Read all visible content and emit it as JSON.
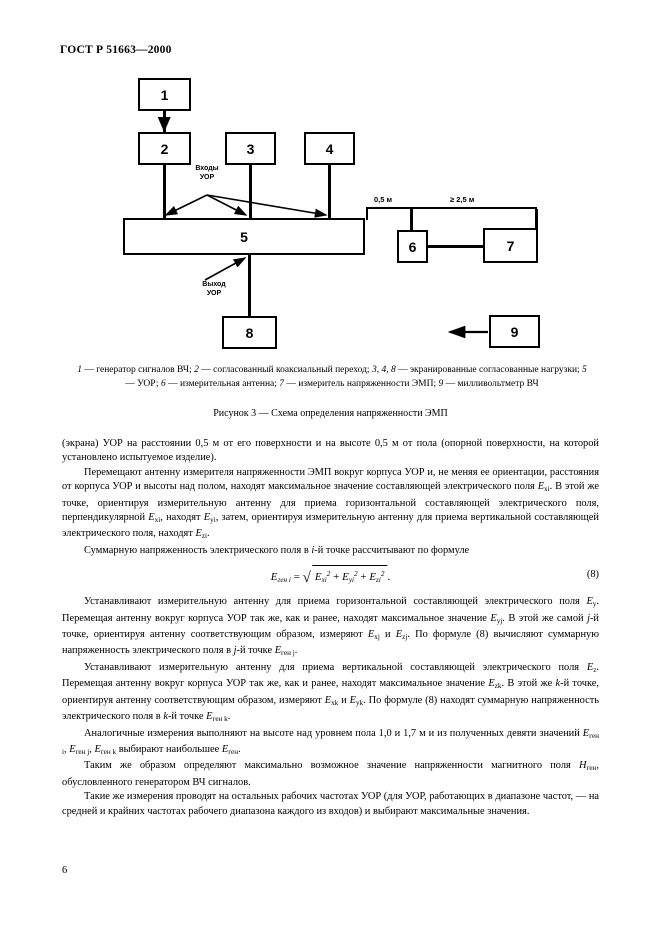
{
  "header": {
    "standard_id": "ГОСТ Р 51663—2000"
  },
  "figure": {
    "boxes": [
      {
        "id": "1",
        "label": "1"
      },
      {
        "id": "2",
        "label": "2"
      },
      {
        "id": "3",
        "label": "3"
      },
      {
        "id": "4",
        "label": "4"
      },
      {
        "id": "5",
        "label": "5"
      },
      {
        "id": "6",
        "label": "6"
      },
      {
        "id": "7",
        "label": "7"
      },
      {
        "id": "8",
        "label": "8"
      },
      {
        "id": "9",
        "label": "9"
      }
    ],
    "annotations": {
      "inputs_label_line1": "Входы",
      "inputs_label_line2": "УОР",
      "output_label_line1": "Выход",
      "output_label_line2": "УОР"
    },
    "dimensions": {
      "d1": "0,5 м",
      "d2": "≥ 2,5 м"
    },
    "legend_line1_a": "1",
    "legend_line1_b": " — генератор сигналов ВЧ; ",
    "legend_line1_c": "2",
    "legend_line1_d": " — согласованный коаксиальный переход; ",
    "legend_line1_e": "3, 4, 8",
    "legend_line1_f": " — экранированные согласованные нагрузки; ",
    "legend_line1_g": "5",
    "legend_line1_h": " — УОР; ",
    "legend_line1_i": "6",
    "legend_line1_j": " — измерительная антенна; ",
    "legend_line1_k": "7",
    "legend_line1_l": " — измеритель напряженности ЭМП; ",
    "legend_line1_m": "9",
    "legend_line1_n": " — милливольтметр ВЧ",
    "caption": "Рисунок 3 — Схема определения напряженности ЭМП"
  },
  "body": {
    "p1": "(экрана) УОР на расстоянии 0,5 м от его поверхности и на высоте 0,5 м от пола (опорной поверхности, на которой установлено испытуемое изделие).",
    "p2_a": "Перемещают антенну измерителя напряженности ЭМП вокруг корпуса УОР и, не меняя ее ориентации, расстояния от корпуса УОР и высоты над полом, находят максимальное значение составляющей электрического поля ",
    "p2_var1": "E",
    "p2_var1_sub": "xi",
    "p2_b": ". В этой же точке, ориентируя измерительную антенну для приема горизонтальной составляющей электрического поля, перпендикулярной ",
    "p2_var2": "E",
    "p2_var2_sub": "xi",
    "p2_c": ", находят ",
    "p2_var3": "E",
    "p2_var3_sub": "yi",
    "p2_d": ", затем, ориентируя измерительную антенну для приема вертикальной составляющей электрического поля, находят ",
    "p2_var4": "E",
    "p2_var4_sub": "zi",
    "p2_e": ".",
    "p3_a": "Суммарную напряженность электрического поля в ",
    "p3_i": "i",
    "p3_b": "-й точке рассчитывают по формуле",
    "formula": {
      "lhs": "E",
      "lhs_sub": "ген i",
      "eq": "=",
      "t1": "E",
      "t1_sub": "xi",
      "t1_pow": "2",
      "plus1": "+",
      "t2": "E",
      "t2_sub": "yi",
      "t2_pow": "2",
      "plus2": "+",
      "t3": "E",
      "t3_sub": "zi",
      "t3_pow": "2",
      "trail": ".",
      "number": "(8)"
    },
    "p4_a": "Устанавливают измерительную антенну для приема горизонтальной составляющей электричес­кого поля ",
    "p4_var1": "E",
    "p4_var1_sub": "y",
    "p4_b": ". Перемещая антенну вокруг корпуса УОР так же, как и ранее, находят максимальное значение ",
    "p4_var2": "E",
    "p4_var2_sub": "yj",
    "p4_c": ". В этой же самой ",
    "p4_j": "j",
    "p4_d": "-й точке, ориентируя антенну соответствующим образом, измеряют ",
    "p4_var3": "E",
    "p4_var3_sub": "xj",
    "p4_e": " и ",
    "p4_var4": "E",
    "p4_var4_sub": "zj",
    "p4_f": ". По формуле (8) вычисляют суммарную напряженность электрического поля в ",
    "p4_j2": "j",
    "p4_g": "-й точке ",
    "p4_var5": "E",
    "p4_var5_sub": "ген j",
    "p4_h": ".",
    "p5_a": "Устанавливают измерительную антенну для приема вертикальной составляющей электричес­кого поля ",
    "p5_var1": "E",
    "p5_var1_sub": "z",
    "p5_b": ". Перемещая антенну вокруг корпуса УОР так же, как и ранее, находят максимальное значение ",
    "p5_var2": "E",
    "p5_var2_sub": "zk",
    "p5_c": ". В этой же ",
    "p5_k": "k",
    "p5_d": "-й точке, ориентируя антенну соответствующим образом, измеряют ",
    "p5_var3": "E",
    "p5_var3_sub": "xk",
    "p5_e": " и ",
    "p5_var4": "E",
    "p5_var4_sub": "yk",
    "p5_f": ". По формуле (8) находят суммарную напряженность электрического поля в ",
    "p5_k2": "k",
    "p5_g": "-й точке ",
    "p5_var5": "E",
    "p5_var5_sub": "ген k",
    "p5_h": ".",
    "p6_a": "Аналогичные измерения выполняют на высоте над уровнем пола 1,0 и 1,7 м и из полученных девяти значений ",
    "p6_var1": "E",
    "p6_var1_sub": "ген i",
    "p6_b": ", ",
    "p6_var2": "E",
    "p6_var2_sub": "ген j",
    "p6_c": ", ",
    "p6_var3": "E",
    "p6_var3_sub": "ген k",
    "p6_d": " выбирают наибольшее ",
    "p6_var4": "E",
    "p6_var4_sub": "ген",
    "p6_e": ".",
    "p7_a": "Таким же образом определяют максимально возможное значение напряженности магнитного поля ",
    "p7_var1": "H",
    "p7_var1_sub": "ген",
    "p7_b": ", обусловленного генератором ВЧ сигналов.",
    "p8": "Такие же измерения проводят на остальных рабочих частотах УОР (для УОР, работающих в диапазоне частот, — на средней и крайних частотах рабочего диапазона каждого из входов) и выбирают максимальные значения.",
    "page_number": "6"
  }
}
